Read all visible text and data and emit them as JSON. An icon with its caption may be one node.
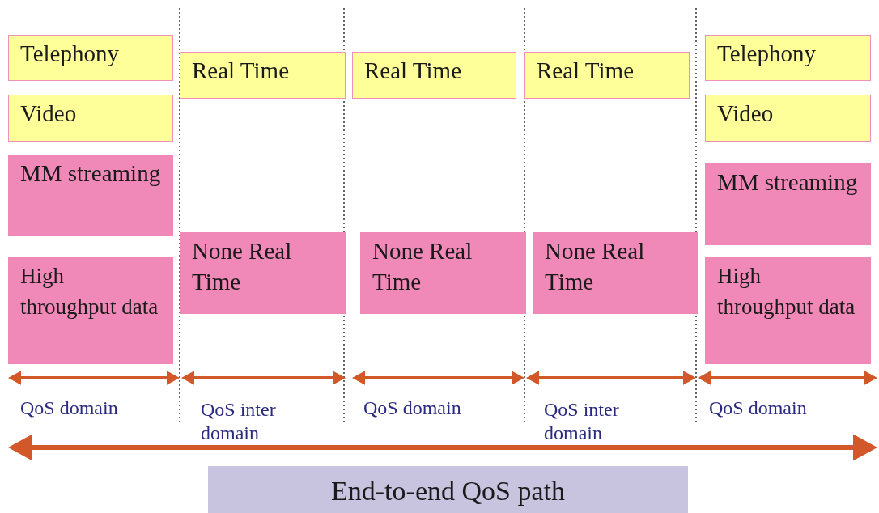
{
  "diagram": {
    "nodes": [
      {
        "text": [
          "Telephony"
        ]
      },
      {
        "text": [
          "Video"
        ]
      },
      {
        "text": [
          "MM streaming"
        ]
      },
      {
        "text": [
          "High throughput data"
        ]
      },
      {
        "text": [
          "Real Time"
        ]
      },
      {
        "text": [
          "None Real Time"
        ]
      },
      {
        "text": [
          "Real Time"
        ]
      },
      {
        "text": [
          "None Real Time"
        ]
      },
      {
        "text": [
          "Real Time"
        ]
      },
      {
        "text": [
          "None Real Time"
        ]
      },
      {
        "text": [
          "Telephony"
        ]
      },
      {
        "text": [
          "Video"
        ]
      },
      {
        "text": [
          "MM streaming"
        ]
      },
      {
        "text": [
          "High throughput data"
        ]
      },
      {
        "text": [
          "End-to-end QoS path"
        ]
      }
    ],
    "edges": [],
    "labels": [
      "QoS domain",
      "QoS inter domain",
      "QoS domain",
      "QoS inter domain",
      "QoS domain"
    ]
  }
}
